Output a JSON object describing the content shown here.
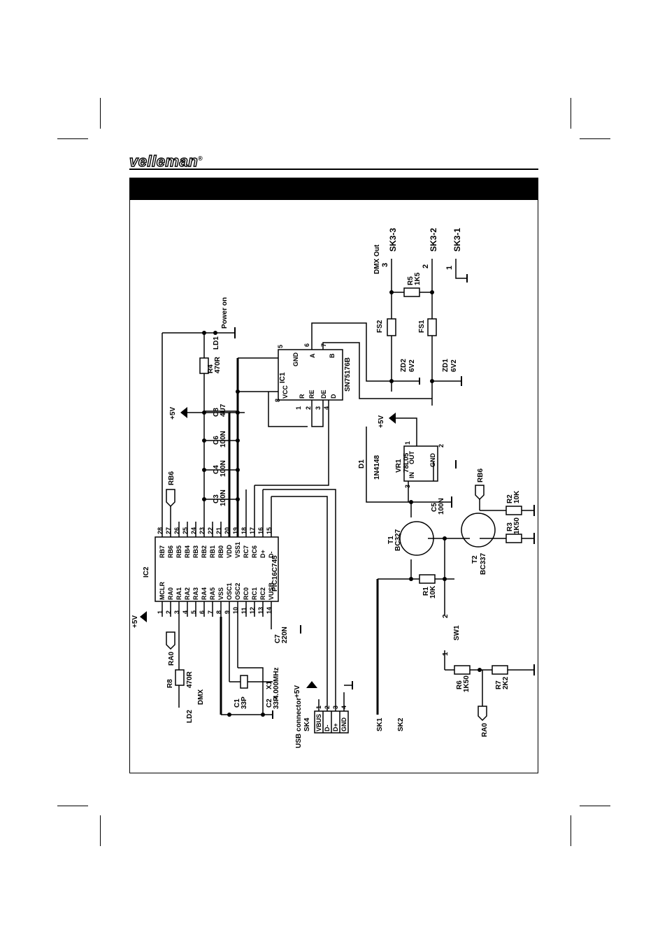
{
  "brand": "velleman",
  "registered_mark": "®",
  "banner_text": "",
  "ic2": {
    "ref": "IC2",
    "part": "PIC16C745",
    "left_pins": [
      {
        "num": "1",
        "name": "MCLR"
      },
      {
        "num": "2",
        "name": "RA0"
      },
      {
        "num": "3",
        "name": "RA1"
      },
      {
        "num": "4",
        "name": "RA2"
      },
      {
        "num": "5",
        "name": "RA3"
      },
      {
        "num": "6",
        "name": "RA4"
      },
      {
        "num": "7",
        "name": "RA5"
      },
      {
        "num": "8",
        "name": "VSS"
      },
      {
        "num": "9",
        "name": "OSC1"
      },
      {
        "num": "10",
        "name": "OSC2"
      },
      {
        "num": "11",
        "name": "RC0"
      },
      {
        "num": "12",
        "name": "RC1"
      },
      {
        "num": "13",
        "name": "RC2"
      },
      {
        "num": "14",
        "name": "VUSB"
      }
    ],
    "right_pins": [
      {
        "num": "28",
        "name": "RB7"
      },
      {
        "num": "27",
        "name": "RB6"
      },
      {
        "num": "26",
        "name": "RB5"
      },
      {
        "num": "25",
        "name": "RB4"
      },
      {
        "num": "24",
        "name": "RB3"
      },
      {
        "num": "23",
        "name": "RB2"
      },
      {
        "num": "22",
        "name": "RB1"
      },
      {
        "num": "21",
        "name": "RB0"
      },
      {
        "num": "20",
        "name": "VDD"
      },
      {
        "num": "19",
        "name": "VSS1"
      },
      {
        "num": "18",
        "name": "RC7"
      },
      {
        "num": "17",
        "name": "RC6"
      },
      {
        "num": "16",
        "name": "D+"
      },
      {
        "num": "15",
        "name": "D-"
      }
    ]
  },
  "ic1": {
    "ref": "IC1",
    "part": "SN75176B",
    "pins": [
      {
        "num": "8",
        "name": "VCC"
      },
      {
        "num": "1",
        "name": "R"
      },
      {
        "num": "2",
        "name": "RE"
      },
      {
        "num": "3",
        "name": "DE"
      },
      {
        "num": "4",
        "name": "D"
      },
      {
        "num": "5",
        "name": "GND"
      },
      {
        "num": "6",
        "name": "A"
      },
      {
        "num": "7",
        "name": "B"
      }
    ]
  },
  "vr1": {
    "ref": "VR1",
    "part": "78L05",
    "pin_in": "IN",
    "pin_out": "OUT",
    "pin_gnd": "GND",
    "n_in": "3",
    "n_out": "1",
    "n_gnd": "2"
  },
  "components": {
    "r4": {
      "ref": "R4",
      "value": "470R"
    },
    "ld1": {
      "ref": "LD1",
      "label": "Power on"
    },
    "c8": {
      "ref": "C8",
      "value": "4U7"
    },
    "c6": {
      "ref": "C6",
      "value": "100N"
    },
    "c4": {
      "ref": "C4",
      "value": "100N"
    },
    "c3": {
      "ref": "C3",
      "value": "100N"
    },
    "c7": {
      "ref": "C7",
      "value": "220N"
    },
    "c5": {
      "ref": "C5",
      "value": "100N"
    },
    "c1": {
      "ref": "C1",
      "value": "33P"
    },
    "c2": {
      "ref": "C2",
      "value": "33P"
    },
    "x1": {
      "ref": "X1",
      "value": "4.000MHz"
    },
    "r8": {
      "ref": "R8",
      "value": "470R"
    },
    "ld2": {
      "ref": "LD2",
      "label": "DMX"
    },
    "r5": {
      "ref": "R5",
      "value": "1K5"
    },
    "fs1": {
      "ref": "FS1"
    },
    "fs2": {
      "ref": "FS2"
    },
    "zd1": {
      "ref": "ZD1",
      "value": "6V2"
    },
    "zd2": {
      "ref": "ZD2",
      "value": "6V2"
    },
    "d1": {
      "ref": "D1",
      "value": "1N4148"
    },
    "t1": {
      "ref": "T1",
      "value": "BC327"
    },
    "t2": {
      "ref": "T2",
      "value": "BC337"
    },
    "r1": {
      "ref": "R1",
      "value": "10K"
    },
    "r2": {
      "ref": "R2",
      "value": "10K"
    },
    "r3": {
      "ref": "R3",
      "value": "1K50"
    },
    "r6": {
      "ref": "R6",
      "value": "1K50"
    },
    "r7": {
      "ref": "R7",
      "value": "2K2"
    },
    "sw1": {
      "ref": "SW1",
      "pin1": "1",
      "pin2": "2"
    }
  },
  "net_labels": {
    "plus5v": "+5V",
    "rb6": "RB6",
    "ra0": "RA0"
  },
  "connectors": {
    "sk4": {
      "ref": "SK4",
      "title": "USB connector",
      "pins": [
        {
          "num": "1",
          "name": "VBUS"
        },
        {
          "num": "2",
          "name": "D-"
        },
        {
          "num": "3",
          "name": "D+"
        },
        {
          "num": "4",
          "name": "GND"
        }
      ]
    },
    "sk1": "SK1",
    "sk2": "SK2",
    "sk3": {
      "title": "DMX Out",
      "pins": [
        {
          "num": "3",
          "ref": "SK3-3"
        },
        {
          "num": "2",
          "ref": "SK3-2"
        },
        {
          "num": "1",
          "ref": "SK3-1"
        }
      ]
    }
  }
}
